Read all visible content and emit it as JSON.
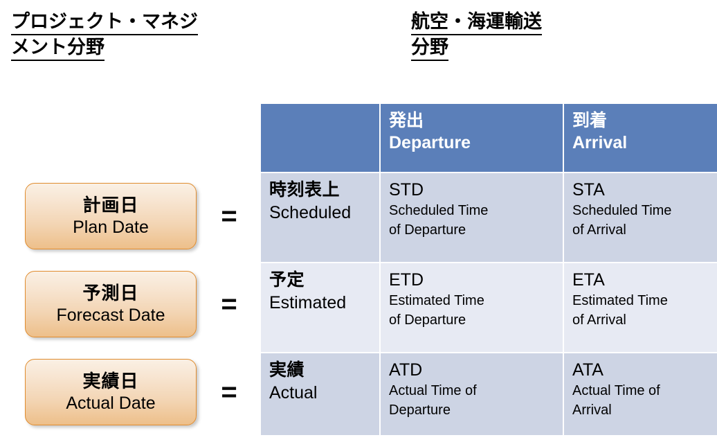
{
  "headings": {
    "left": {
      "line1": "プロジェクト・マネジ",
      "line2": "メント分野"
    },
    "right": {
      "line1": "航空・海運輸送",
      "line2": "分野"
    }
  },
  "pm_items": [
    {
      "jp": "計画日",
      "en": "Plan Date",
      "equals": "="
    },
    {
      "jp": "予測日",
      "en": "Forecast Date",
      "equals": "="
    },
    {
      "jp": "実績日",
      "en": "Actual Date",
      "equals": "="
    }
  ],
  "table": {
    "header": {
      "corner": "",
      "departure": {
        "jp": "発出",
        "en": "Departure"
      },
      "arrival": {
        "jp": "到着",
        "en": "Arrival"
      }
    },
    "rows": [
      {
        "stage": {
          "jp": "時刻表上",
          "en": "Scheduled"
        },
        "departure": {
          "code": "STD",
          "desc_line1": "Scheduled Time",
          "desc_line2": "of Departure"
        },
        "arrival": {
          "code": "STA",
          "desc_line1": "Scheduled Time",
          "desc_line2": "of Arrival"
        }
      },
      {
        "stage": {
          "jp": "予定",
          "en": "Estimated"
        },
        "departure": {
          "code": "ETD",
          "desc_line1": "Estimated Time",
          "desc_line2": "of Departure"
        },
        "arrival": {
          "code": "ETA",
          "desc_line1": "Estimated Time",
          "desc_line2": "of Arrival"
        }
      },
      {
        "stage": {
          "jp": "実績",
          "en": "Actual"
        },
        "departure": {
          "code": "ATD",
          "desc_line1": "Actual Time of",
          "desc_line2": "Departure"
        },
        "arrival": {
          "code": "ATA",
          "desc_line1": "Actual Time of",
          "desc_line2": "Arrival"
        }
      }
    ]
  },
  "colors": {
    "header_blue": "#5B7FB9",
    "band_dark": "#CDD4E4",
    "band_light": "#E7EAF3",
    "pill_border": "#E08C2E",
    "pill_fill_top": "#FAF0E4",
    "pill_fill_bottom": "#EDBF8A",
    "text": "#000000",
    "header_text": "#FFFFFF"
  }
}
